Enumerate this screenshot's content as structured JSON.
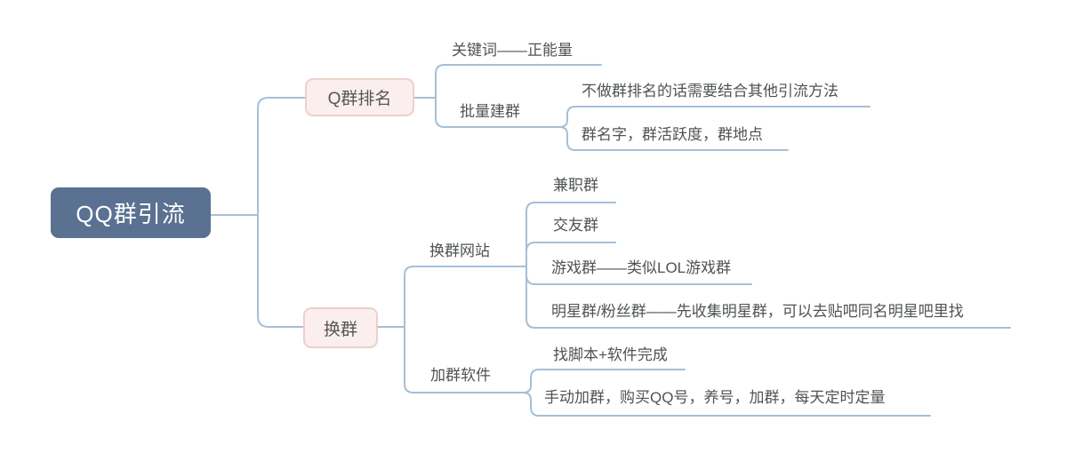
{
  "mindmap": {
    "root": {
      "label": "QQ群引流"
    },
    "branches": [
      {
        "label": "Q群排名",
        "children": [
          {
            "label": "关键词——正能量"
          },
          {
            "label": "批量建群",
            "children": [
              {
                "label": "不做群排名的话需要结合其他引流方法"
              },
              {
                "label": "群名字，群活跃度，群地点"
              }
            ]
          }
        ]
      },
      {
        "label": "换群",
        "children": [
          {
            "label": "换群网站",
            "children": [
              {
                "label": "兼职群"
              },
              {
                "label": "交友群"
              },
              {
                "label": "游戏群——类似LOL游戏群"
              },
              {
                "label": "明星群/粉丝群——先收集明星群，可以去贴吧同名明星吧里找"
              }
            ]
          },
          {
            "label": "加群软件",
            "children": [
              {
                "label": "找脚本+软件完成"
              },
              {
                "label": "手动加群，购买QQ号，养号，加群，每天定时定量"
              }
            ]
          }
        ]
      }
    ],
    "colors": {
      "root_fill": "#5a7191",
      "root_text": "#ffffff",
      "branch_fill": "#fbeeee",
      "branch_border": "#eecfca",
      "connector": "#a6bfd6",
      "label_text": "#4f5356",
      "background": "#ffffff"
    }
  }
}
